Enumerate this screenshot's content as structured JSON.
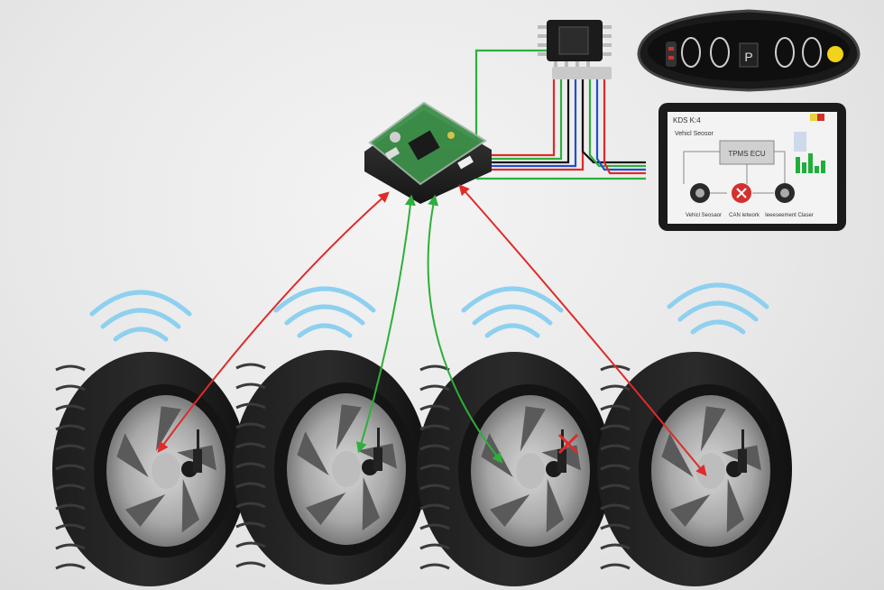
{
  "display": {
    "header": "KDS K:4",
    "subtitle": "Vehicl Seosor",
    "ecu_label": "TPMS ECU",
    "nodes": [
      {
        "label": "Vehicl Seosaor",
        "status": "ok"
      },
      {
        "label": "CAN Ietwork",
        "status": "fault"
      },
      {
        "label": "Ieeeseement Claser",
        "status": "ok"
      }
    ]
  },
  "colors": {
    "ok_link": "#2fae3c",
    "fault_link": "#e02a2a",
    "wire_blue": "#1f4fd0",
    "wire_black": "#111111",
    "warning_lamp": "#f2d21b"
  },
  "wheels": [
    {
      "id": "front-left",
      "status": "fault"
    },
    {
      "id": "front-right",
      "status": "ok"
    },
    {
      "id": "rear-left",
      "status": "ok",
      "sensor_fault": true
    },
    {
      "id": "rear-right",
      "status": "fault"
    }
  ]
}
